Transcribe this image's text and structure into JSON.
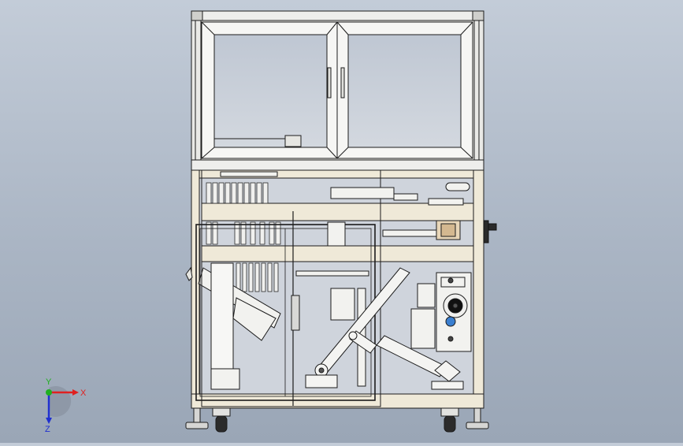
{
  "viewport": {
    "background_top": "#c3ccd8",
    "background_bottom": "#9aa6b6",
    "line_color": "#1c1c1c",
    "frame_fill": "#ece6d4",
    "glass_fill": "#cfd4dc"
  },
  "model": {
    "view": "front"
  },
  "triad": {
    "x_label": "X",
    "y_label": "Y",
    "z_label": "Z",
    "x_color": "#e02020",
    "y_color": "#20b020",
    "z_color": "#2030d0"
  }
}
